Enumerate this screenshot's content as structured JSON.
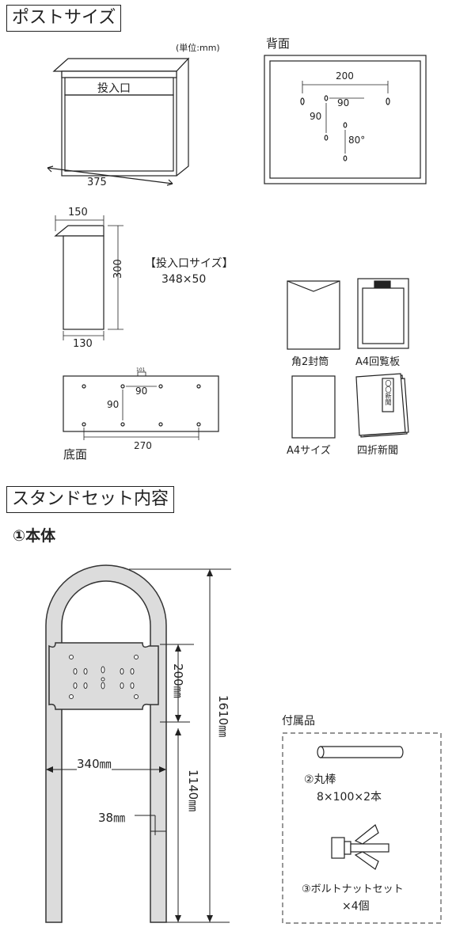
{
  "section1": {
    "title": "ポストサイズ",
    "unit_note": "(単位:mm)",
    "back_label": "背面",
    "slot_label": "投入口",
    "front_width": "375",
    "back_dims": {
      "top": "200",
      "inner": "90",
      "left": "90",
      "down": "80°"
    },
    "side": {
      "top": "150",
      "height": "300",
      "bottom": "130"
    },
    "slot_size_title": "【投入口サイズ】",
    "slot_size_value": "348×50",
    "bottom_dims": {
      "inner": "90",
      "vertical": "90",
      "width": "270",
      "label": "底面"
    },
    "bottom_small": "101",
    "items": [
      {
        "label": "角2封筒"
      },
      {
        "label": "A4回覧板"
      },
      {
        "label": "A4サイズ"
      },
      {
        "label": "四折新聞",
        "paper_text": "〇〇新聞"
      }
    ]
  },
  "section2": {
    "title": "スタンドセット内容",
    "subtitle": "①本体",
    "dims": {
      "plate_height": "200㎜",
      "total_height": "1610㎜",
      "lower_height": "1140㎜",
      "width": "340㎜",
      "pipe": "38㎜"
    },
    "accessories": {
      "title": "付属品",
      "rod_name": "②丸棒",
      "rod_size": "8×100×2本",
      "bolt_name": "③ボルトナットセット",
      "bolt_count": "×4個"
    }
  }
}
